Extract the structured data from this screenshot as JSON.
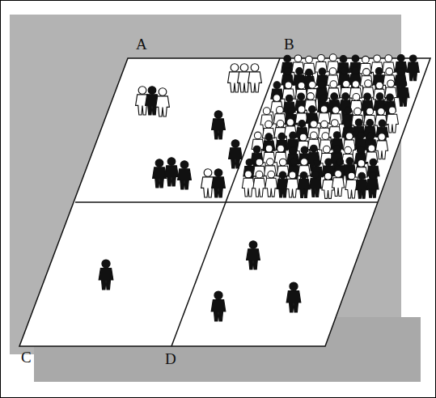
{
  "diagram": {
    "labels": [
      "A",
      "B",
      "C",
      "D"
    ]
  }
}
